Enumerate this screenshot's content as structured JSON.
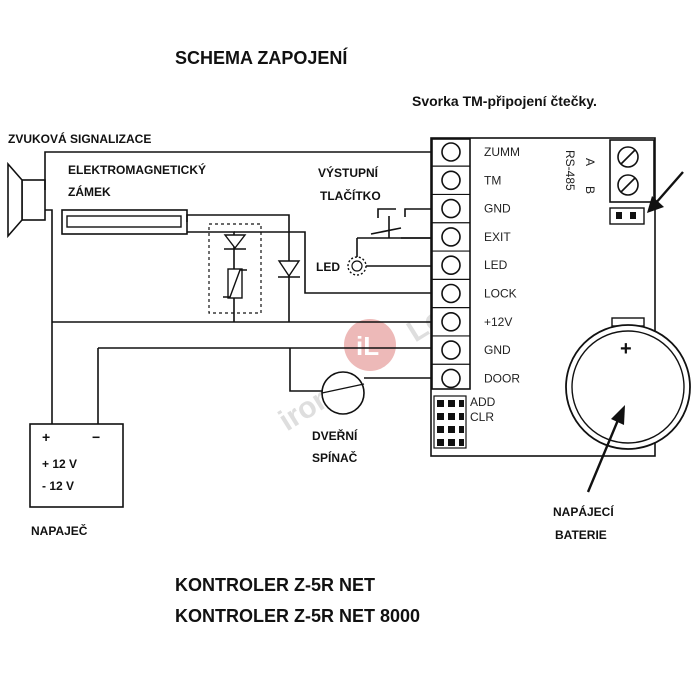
{
  "title": "SCHEMA ZAPOJENÍ",
  "subtitle": "Svorka TM-připojení čtečky.",
  "labels": {
    "siren": "ZVUKOVÁ SIGNALIZACE",
    "lock_line1": "ELEKTROMAGNETICKÝ",
    "lock_line2": "ZÁMEK",
    "button_line1": "VÝSTUPNÍ",
    "button_line2": "TLAČÍTKO",
    "led": "LED",
    "door_switch_line1": "DVEŘNÍ",
    "door_switch_line2": "SPÍNAČ",
    "psu": "NAPAJEČ",
    "battery_line1": "NAPÁJECÍ",
    "battery_line2": "BATERIE",
    "rs485": "RS-485",
    "rs_a": "A",
    "rs_b": "B",
    "battery_plus": "+"
  },
  "psu": {
    "plus_sign": "+",
    "minus_sign": "−",
    "line1": "+ 12 V",
    "line2": "- 12 V"
  },
  "terminals": [
    "ZUMM",
    "TM",
    "GND",
    "EXIT",
    "LED",
    "LOCK",
    "+12V",
    "GND",
    "DOOR"
  ],
  "jumpers": [
    "ADD",
    "CLR"
  ],
  "watermark": {
    "left": "iron",
    "badge": "iL",
    "right": "Logic",
    "color": "#c9302c"
  },
  "footer": {
    "line1": "KONTROLER Z-5R NET",
    "line2": "KONTROLER Z-5R NET 8000"
  }
}
